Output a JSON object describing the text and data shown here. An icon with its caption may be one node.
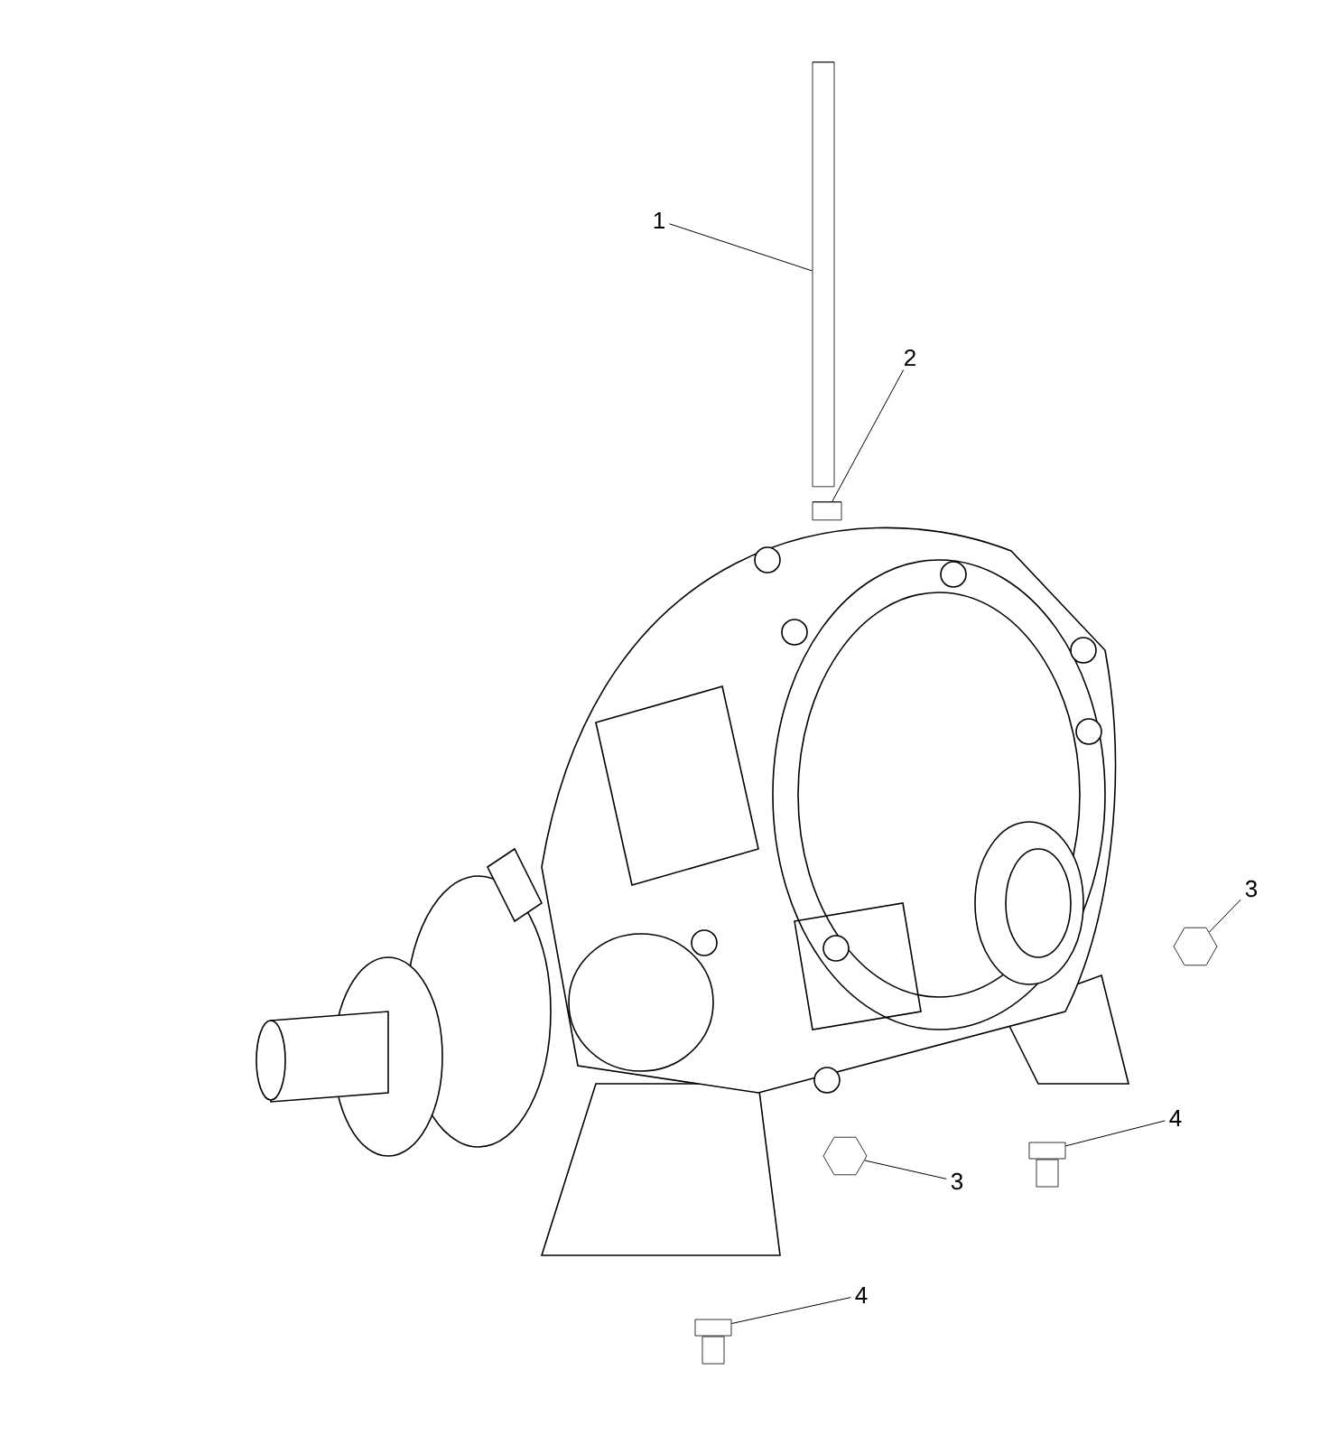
{
  "diagram": {
    "nodes": [
      {
        "text": [
          "1"
        ]
      },
      {
        "text": [],
        "shape": "cylinder"
      },
      {
        "text": [
          "2"
        ]
      },
      {
        "text": [],
        "shape": "cylinder"
      },
      {
        "text": [
          "3"
        ]
      },
      {
        "text": [],
        "shape": "hexagon"
      },
      {
        "text": [
          "3"
        ]
      },
      {
        "text": [],
        "shape": "hexagon"
      },
      {
        "text": [
          "4"
        ]
      },
      {
        "text": [],
        "shape": "bolt"
      },
      {
        "text": [
          "4"
        ]
      },
      {
        "text": [],
        "shape": "bolt"
      }
    ],
    "edges": [
      {
        "from": 0,
        "to": 1,
        "arrow": "none"
      },
      {
        "from": 2,
        "to": 3,
        "arrow": "none"
      },
      {
        "from": 4,
        "to": 5,
        "arrow": "none"
      },
      {
        "from": 6,
        "to": 7,
        "arrow": "none"
      },
      {
        "from": 8,
        "to": 9,
        "arrow": "none"
      },
      {
        "from": 10,
        "to": 11,
        "arrow": "none"
      }
    ]
  }
}
